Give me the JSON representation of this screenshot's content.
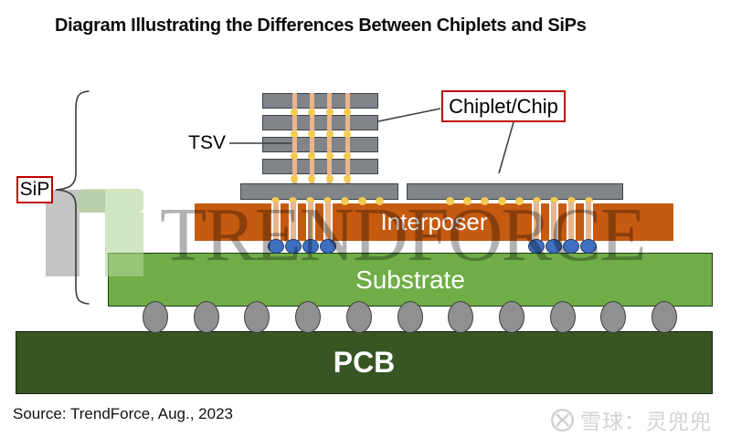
{
  "title": "Diagram Illustrating the Differences Between Chiplets and SiPs",
  "source": "Source: TrendForce, Aug., 2023",
  "labels": {
    "tsv": "TSV",
    "chiplet": "Chiplet/Chip",
    "sip": "SiP",
    "interposer": "Interposer",
    "substrate": "Substrate",
    "pcb": "PCB"
  },
  "watermark": {
    "brand": "TRENDFORCE",
    "credit": "雪球：灵兜兜"
  },
  "diagram": {
    "stack": {
      "bars": 4,
      "tsv_columns": 4,
      "dot_rows": 4
    },
    "left_microbumps": 7,
    "right_microbumps": 9,
    "left_flip_chip_bumps": 4,
    "right_flip_chip_bumps": 4,
    "solder_balls": 11
  },
  "colors": {
    "chip_gray": "#818488",
    "chip_border": "#3f4144",
    "interposer_orange": "#c55a11",
    "substrate_green": "#70ad47",
    "substrate_border": "#1f3a14",
    "pcb_green": "#375623",
    "tsv_tan": "#e8b58e",
    "bump_yellow": "#f3cb52",
    "ball_blue": "#3e6fc1",
    "ball_blue_border": "#1f3864",
    "ball_gray": "#909090",
    "ball_gray_border": "#3f3f3f",
    "label_red": "#c00000"
  }
}
